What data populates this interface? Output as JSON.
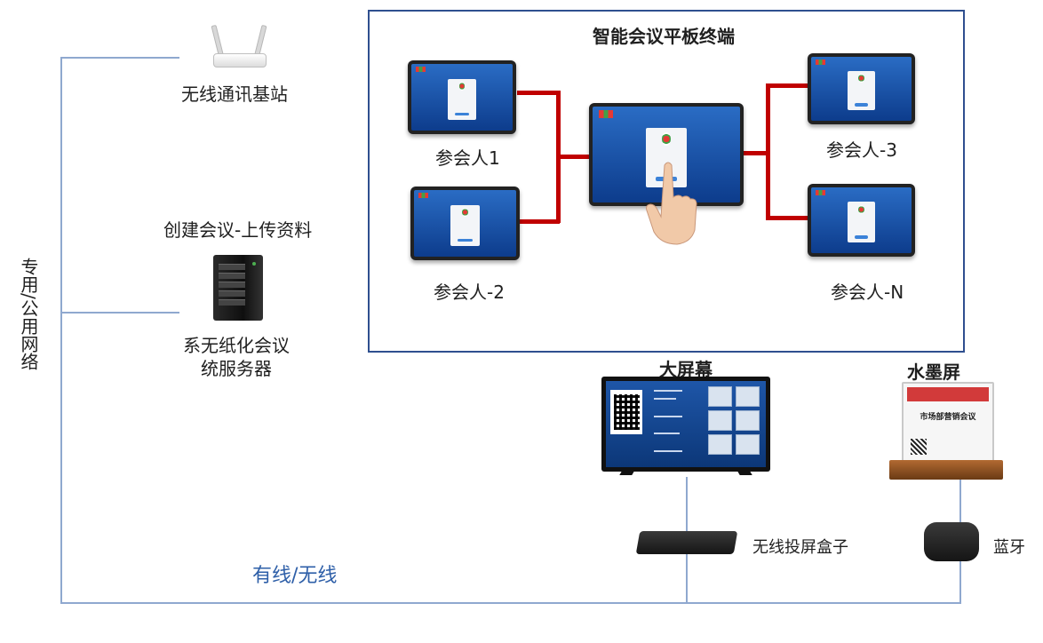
{
  "labels": {
    "panel_title": "智能会议平板终端",
    "participant_1": "参会人1",
    "participant_2": "参会人-2",
    "participant_3": "参会人-3",
    "participant_n": "参会人-N",
    "router": "无线通讯基站",
    "create_meeting": "创建会议-上传资料",
    "server_line1": "系无纸化会议",
    "server_line2": "统服务器",
    "network_vertical": "专用/公用网络",
    "big_screen": "大屏幕",
    "eink_screen": "水墨屏",
    "eink_text": "市场部营销会议",
    "cast_box": "无线投屏盒子",
    "bluetooth": "蓝牙",
    "wired_wireless": "有线/无线"
  },
  "colors": {
    "blue_line": "#8fa8cf",
    "red_link": "#c00000",
    "panel_border": "#2f4f8f",
    "label_blue": "#2e5fa8"
  },
  "icons": [
    "router-icon",
    "server-icon",
    "tablet-icon",
    "monitor-icon",
    "eink-display-icon",
    "cast-box-icon",
    "bluetooth-box-icon",
    "hand-icon"
  ]
}
